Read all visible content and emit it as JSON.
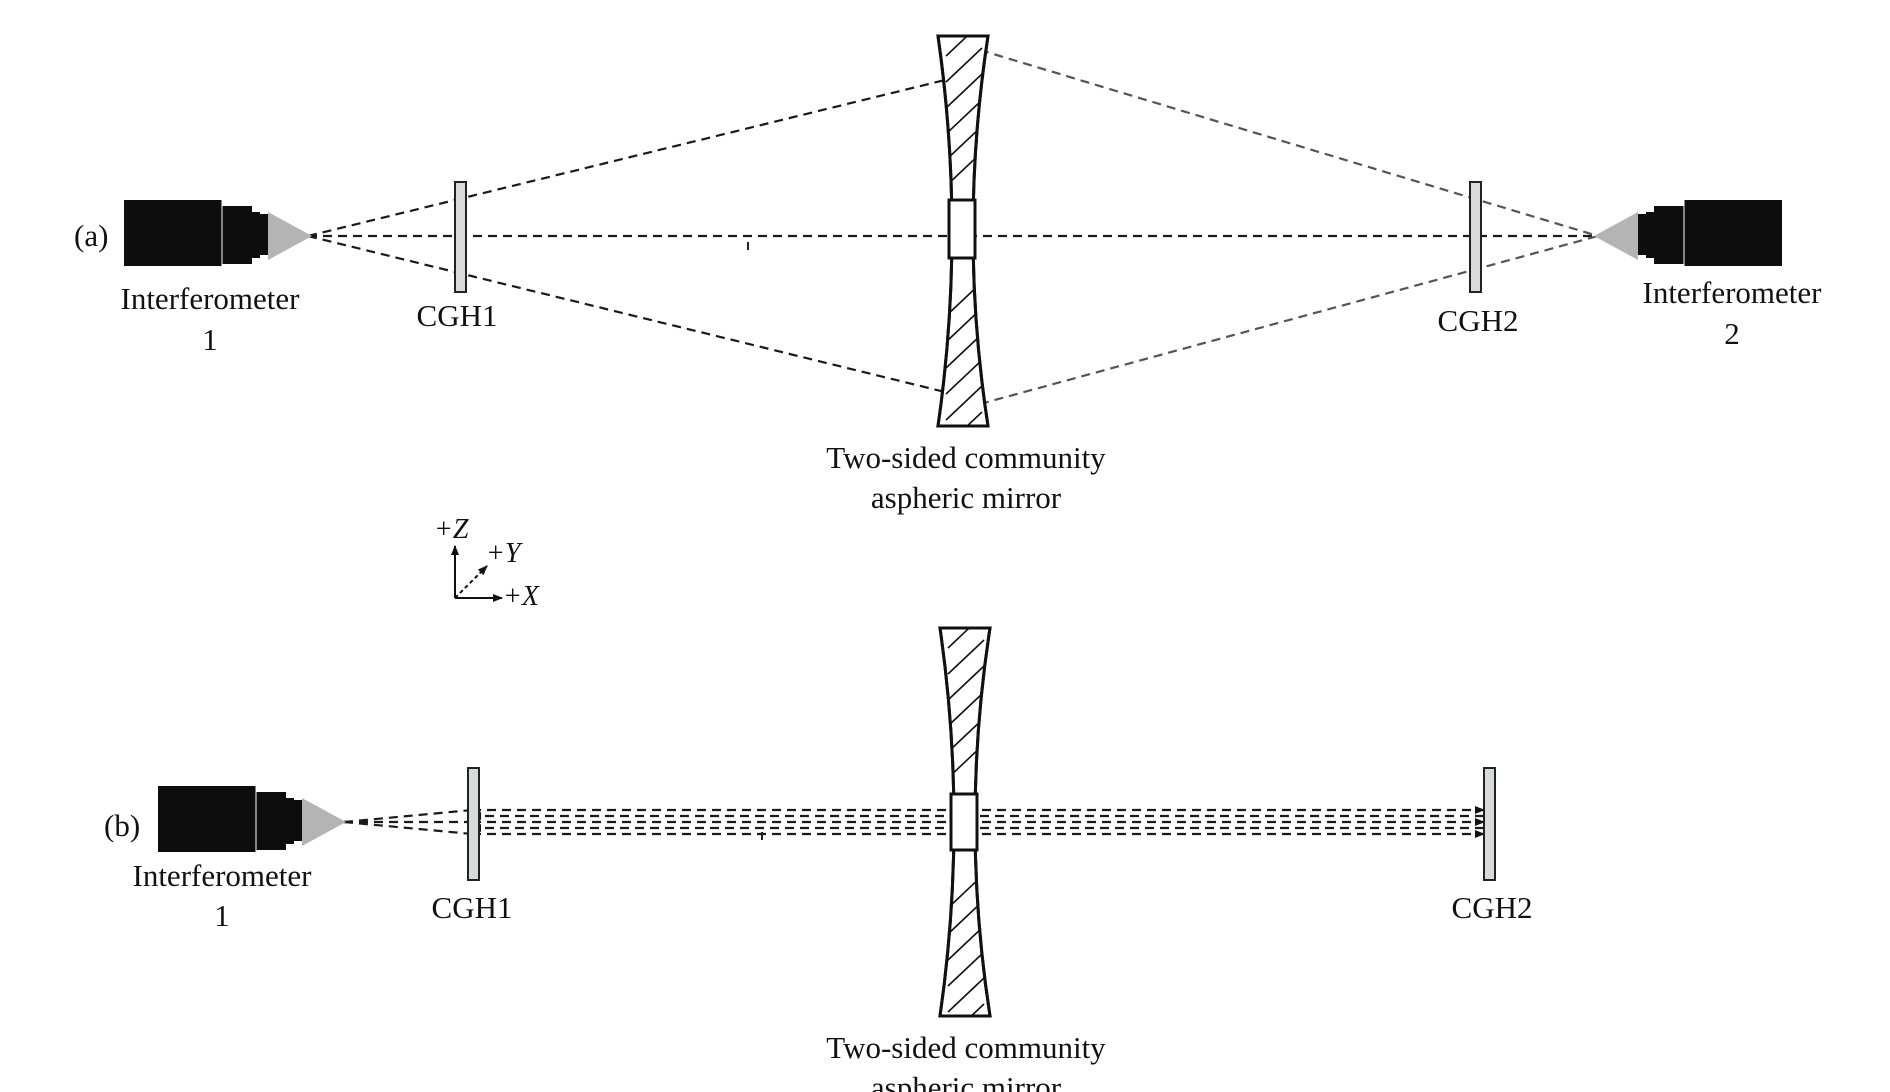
{
  "panel_a": {
    "tag": "(a)",
    "interferometer_1": {
      "line1": "Interferometer",
      "line2": "1"
    },
    "interferometer_2": {
      "line1": "Interferometer",
      "line2": "2"
    },
    "cgh1": "CGH1",
    "cgh2": "CGH2",
    "mirror": {
      "line1": "Two-sided community",
      "line2": "aspheric mirror"
    }
  },
  "axes": {
    "z": "+Z",
    "y": "+Y",
    "x": "+X"
  },
  "panel_b": {
    "tag": "(b)",
    "interferometer_1": {
      "line1": "Interferometer",
      "line2": "1"
    },
    "cgh1": "CGH1",
    "cgh2": "CGH2",
    "mirror": {
      "line1": "Two-sided community",
      "line2": "aspheric mirror"
    }
  }
}
